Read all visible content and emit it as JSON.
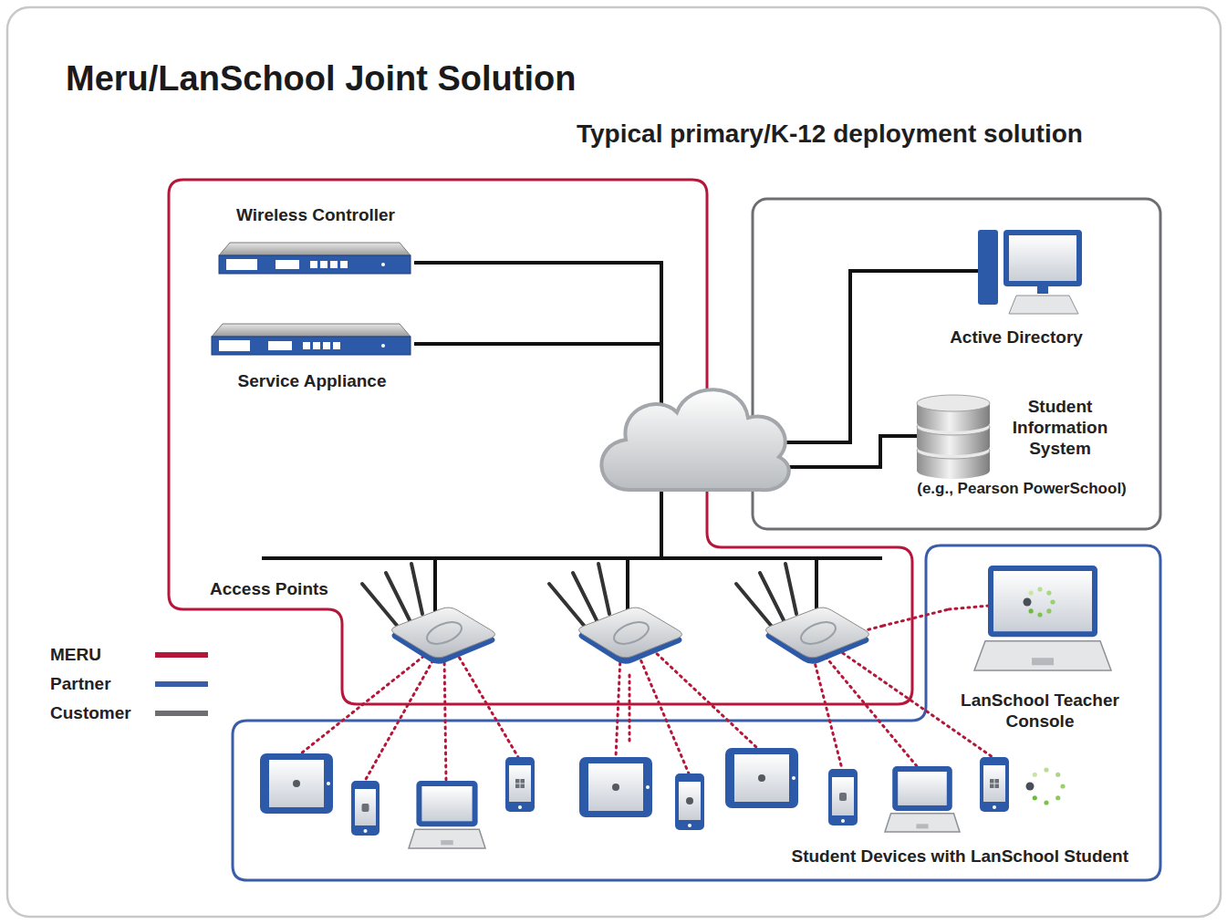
{
  "diagram": {
    "title": "Meru/LanSchool Joint Solution",
    "nodes": [
      {
        "text": [
          "Wireless Controller"
        ]
      },
      {
        "text": [
          "Service Appliance"
        ]
      },
      {
        "text": [
          "Active Directory"
        ]
      },
      {
        "text": [
          "Student Information System",
          "(e.g., Pearson PowerSchool)"
        ]
      },
      {
        "text": [
          "Access Points"
        ]
      },
      {
        "text": [
          "LanSchool Teacher Console"
        ]
      },
      {
        "text": [
          "Student Devices with LanSchool Student"
        ]
      }
    ],
    "edges": [
      {
        "from": 0,
        "to": 4,
        "arrow": "none"
      },
      {
        "from": 1,
        "to": 4,
        "arrow": "none"
      },
      {
        "from": 4,
        "to": 2,
        "arrow": "none"
      },
      {
        "from": 4,
        "to": 3,
        "arrow": "none"
      },
      {
        "from": 4,
        "to": 5,
        "arrow": "none"
      },
      {
        "from": 4,
        "to": 6,
        "arrow": "none"
      }
    ],
    "labels": [
      "Typical primary/K-12 deployment solution"
    ],
    "legend": [
      {
        "text": "MERU",
        "color": "#b5173a"
      },
      {
        "text": "Partner",
        "color": "#3a5daa"
      },
      {
        "text": "Customer",
        "color": "#6d6e71"
      }
    ]
  }
}
